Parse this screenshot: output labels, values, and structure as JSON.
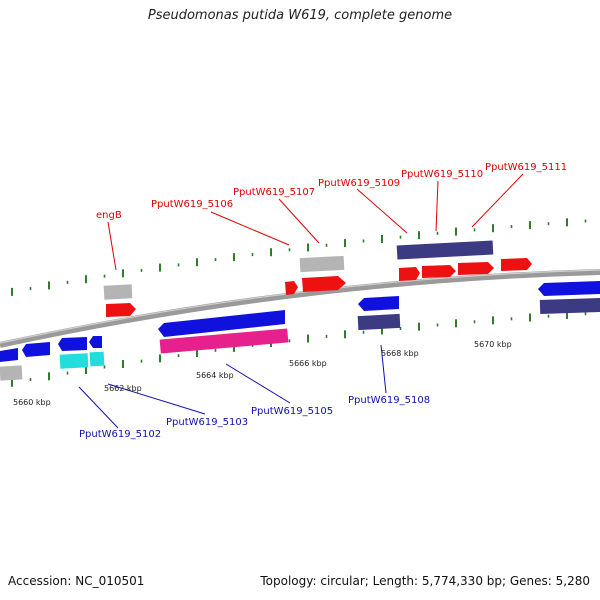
{
  "title": "Pseudomonas putida W619, complete genome",
  "footer": {
    "accession": "Accession: NC_010501",
    "summary": "Topology: circular; Length: 5,774,330 bp; Genes: 5,280"
  },
  "colors": {
    "backbone": "#7a7a7a",
    "tick": "#2e7d2e",
    "gene_red": "#ee1111",
    "gene_blue": "#1111dd",
    "gene_navy": "#3b3a82",
    "gene_grey": "#b4b4b4",
    "gene_cyan": "#22dddd",
    "gene_magenta": "#e6208c",
    "label_red": "#e00000",
    "label_blue": "#1010b0"
  },
  "scale": {
    "unit": "kbp",
    "tick_labels": [
      "5660 kbp",
      "5662 kbp",
      "5664 kbp",
      "5666 kbp",
      "5668 kbp",
      "5670 kbp"
    ]
  },
  "top_labels": [
    "engB",
    "PputW619_5106",
    "PputW619_5107",
    "PputW619_5109",
    "PputW619_5110",
    "PputW619_5111"
  ],
  "bottom_labels": [
    "PputW619_5102",
    "PputW619_5103",
    "PputW619_5105",
    "PputW619_5108"
  ]
}
